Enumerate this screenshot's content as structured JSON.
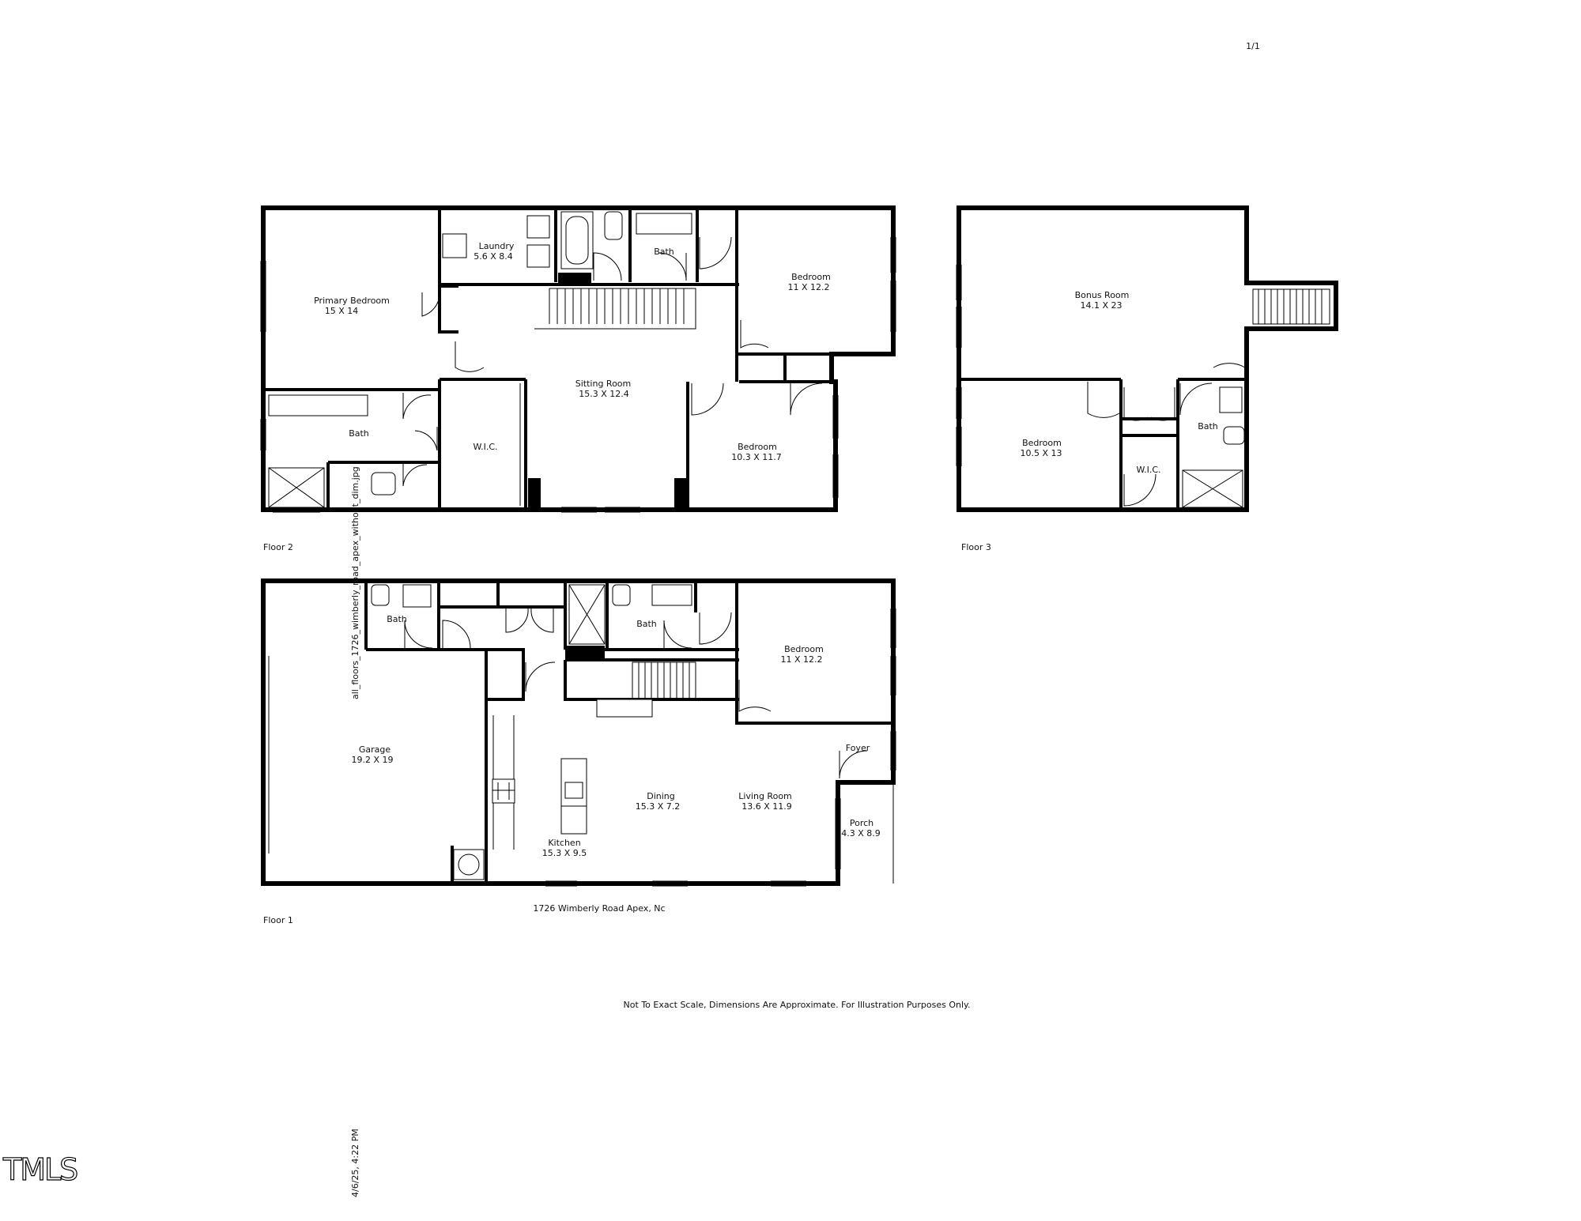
{
  "page_number": "1/1",
  "floors": [
    {
      "name": "Floor 2",
      "rooms": [
        {
          "name": "Primary Bedroom",
          "dims": "15 X 14"
        },
        {
          "name": "Laundry",
          "dims": "5.6 X 8.4"
        },
        {
          "name": "Bath",
          "dims": ""
        },
        {
          "name": "Bedroom",
          "dims": "11 X 12.2"
        },
        {
          "name": "Sitting Room",
          "dims": "15.3 X 12.4"
        },
        {
          "name": "Bath",
          "dims": ""
        },
        {
          "name": "W.I.C.",
          "dims": ""
        },
        {
          "name": "Bedroom",
          "dims": "10.3 X 11.7"
        }
      ]
    },
    {
      "name": "Floor 3",
      "rooms": [
        {
          "name": "Bonus Room",
          "dims": "14.1 X 23"
        },
        {
          "name": "Bedroom",
          "dims": "10.5 X 13"
        },
        {
          "name": "Bath",
          "dims": ""
        },
        {
          "name": "W.I.C.",
          "dims": ""
        }
      ]
    },
    {
      "name": "Floor 1",
      "rooms": [
        {
          "name": "Bath",
          "dims": ""
        },
        {
          "name": "Bath",
          "dims": ""
        },
        {
          "name": "Bedroom",
          "dims": "11 X 12.2"
        },
        {
          "name": "Garage",
          "dims": "19.2 X 19"
        },
        {
          "name": "Foyer",
          "dims": ""
        },
        {
          "name": "Dining",
          "dims": "15.3 X 7.2"
        },
        {
          "name": "Living Room",
          "dims": "13.6 X 11.9"
        },
        {
          "name": "Porch",
          "dims": "4.3 X 8.9"
        },
        {
          "name": "Kitchen",
          "dims": "15.3 X 9.5"
        }
      ]
    }
  ],
  "address": "1726 Wimberly Road Apex, Nc",
  "disclaimer": "Not To Exact Scale, Dimensions Are Approximate. For Illustration Purposes Only.",
  "file_watermark": "all_floors_1726_wimberly_road_apex_without_dim.jpg",
  "timestamp": "4/6/25, 4:22 PM",
  "logo_text": "TMLS",
  "colors": {
    "walls": "#000000",
    "background": "#ffffff"
  }
}
